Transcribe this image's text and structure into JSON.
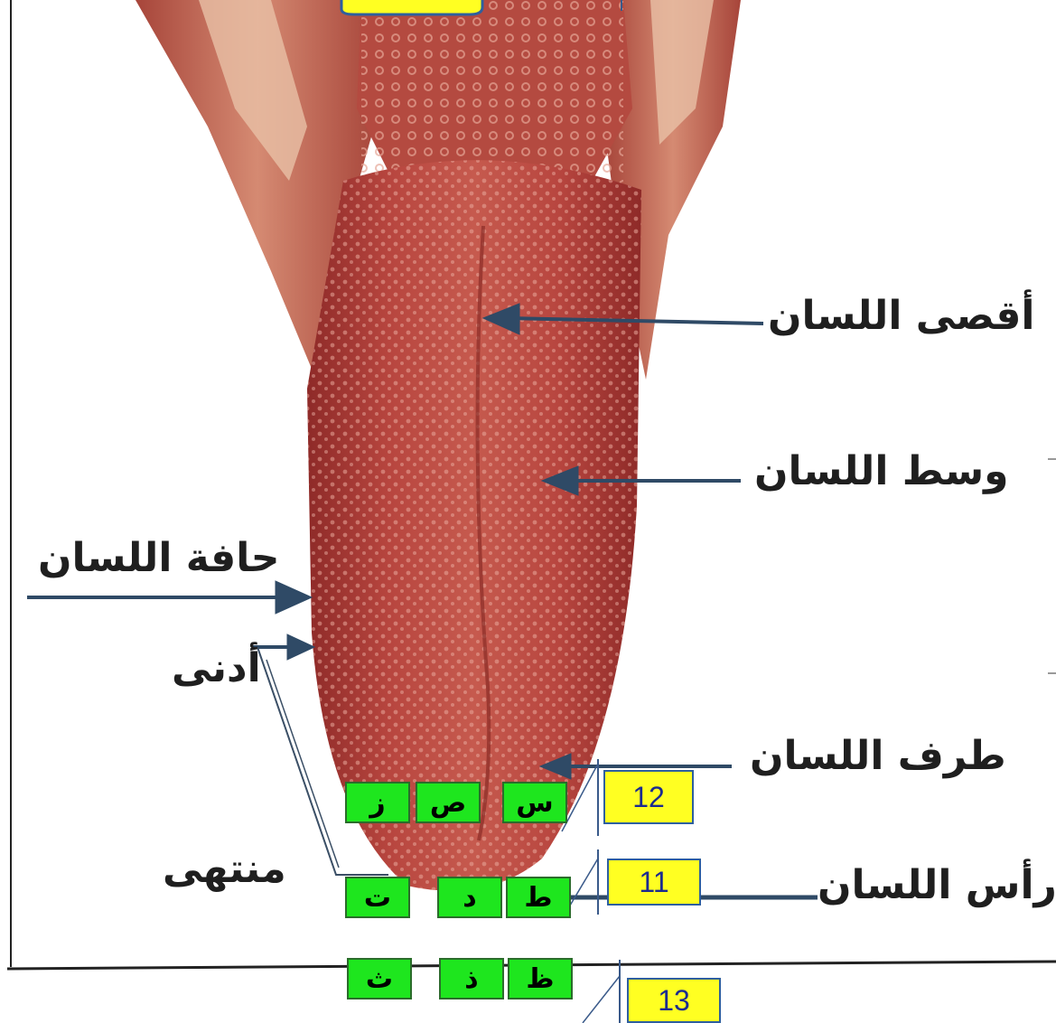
{
  "labels": {
    "back": "أقصى اللسان",
    "middle": "وسط اللسان",
    "edge": "حافة اللسان",
    "nearest": "أدنى",
    "end": "منتهى",
    "side": "طرف اللسان",
    "tip": "رأس اللسان"
  },
  "letter_rows": [
    [
      "س",
      "ص",
      "ز"
    ],
    [
      "ط",
      "د",
      "ت"
    ],
    [
      "ظ",
      "ذ",
      "ث"
    ]
  ],
  "numbers": [
    "12",
    "11",
    "13"
  ],
  "colors": {
    "tongue": "#b8463f",
    "tongue_dark": "#8e2a28",
    "letter_box": "#1ee61e",
    "number_box": "#ffff22",
    "number_text": "#1c2b8f",
    "arrow": "#2f4a66"
  }
}
